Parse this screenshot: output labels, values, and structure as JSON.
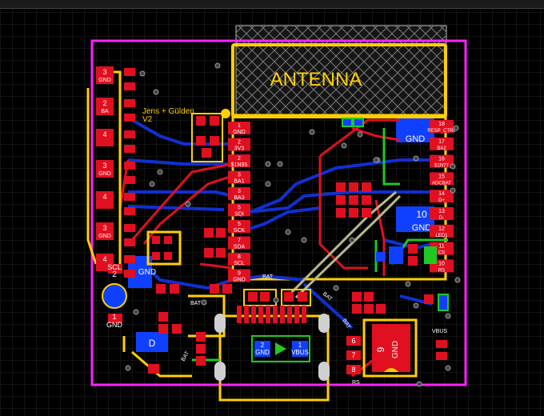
{
  "board": {
    "antenna_label": "ANTENNA",
    "credit_line1": "Jens + Gülden",
    "credit_line2": "V2",
    "colors": {
      "background": "#000000",
      "grid": "#2a2a2a",
      "outline": "#ff22ff",
      "silk": "#ffd000",
      "pad": "#e01020",
      "top_trace": "#e01020",
      "bottom_trace": "#1030d0",
      "gnd_fill": "#1040ff",
      "green": "#22c822",
      "pale": "#b8b88a"
    }
  },
  "module_pins": [
    {
      "num": "1",
      "name": "GND"
    },
    {
      "num": "2",
      "name": "3V3"
    },
    {
      "num": "2",
      "name": "$1N95"
    },
    {
      "num": "3",
      "name": "BA1"
    },
    {
      "num": "3",
      "name": "BA3"
    },
    {
      "num": "5",
      "name": "SDI"
    },
    {
      "num": "5",
      "name": "SCK"
    },
    {
      "num": "7",
      "name": "SDA"
    },
    {
      "num": "8",
      "name": "SCL"
    },
    {
      "num": "9",
      "name": "GND"
    }
  ],
  "module_pins_right": [
    {
      "num": "18",
      "name": "RESP_CTRL"
    },
    {
      "num": "17",
      "name": "BA2"
    },
    {
      "num": "16",
      "name": "$1N77"
    },
    {
      "num": "15",
      "name": "ADCBAT"
    },
    {
      "num": "14",
      "name": "D+"
    },
    {
      "num": "13",
      "name": "D-"
    },
    {
      "num": "12",
      "name": "LED1"
    },
    {
      "num": "11",
      "name": "CS"
    },
    {
      "num": "10",
      "name": "RS"
    }
  ],
  "right_labels": {
    "gnd_top": "GND",
    "pin10": "10",
    "gnd_mid": "GND"
  },
  "left_header": [
    {
      "num": "3",
      "name": "GND"
    },
    {
      "num": "2",
      "name": "BA"
    },
    {
      "num": "4",
      "name": ""
    },
    {
      "num": "3",
      "name": "GND"
    },
    {
      "num": "4",
      "name": ""
    },
    {
      "num": "3",
      "name": "GND"
    },
    {
      "num": "4",
      "name": ""
    }
  ],
  "bottom_left_labels": {
    "p2": "2",
    "scl": "SCL",
    "p1": "1",
    "gnd": "GND",
    "gnd_fill": "GND",
    "d": "D"
  },
  "usb": {
    "gnd_num": "2",
    "gnd_label": "GND",
    "vbus_num": "1",
    "vbus_label": "VBUS"
  },
  "net_labels": {
    "bat1": "BAT",
    "bat2": "BAT",
    "bat3": "BAT",
    "bat4": "BAT",
    "bat5": "BAT",
    "vbus": "VBUS",
    "rs": "RS",
    "gnd_chip": "GND",
    "chip_num": "9"
  },
  "bottom_right_pins": [
    "6",
    "7",
    "8"
  ]
}
